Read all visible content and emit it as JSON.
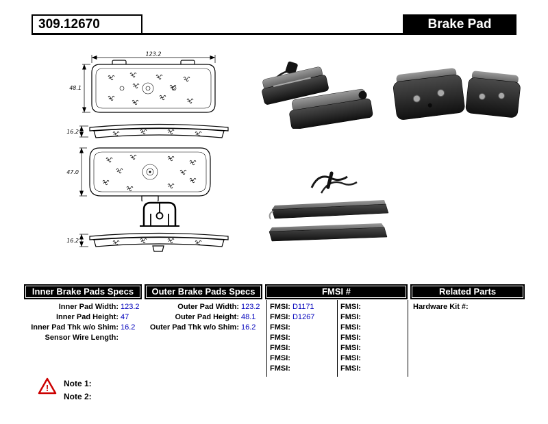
{
  "header": {
    "part_number": "309.12670",
    "product_type": "Brake Pad"
  },
  "diagram": {
    "dim_width": "123.2",
    "dim_height_outer": "48.1",
    "dim_thk_outer": "16.2",
    "dim_height_inner": "47.0",
    "dim_thk_inner": "16.2"
  },
  "specs": {
    "inner": {
      "header": "Inner Brake Pads Specs",
      "rows": [
        {
          "label": "Inner Pad Width:",
          "value": "123.2"
        },
        {
          "label": "Inner Pad Height:",
          "value": "47"
        },
        {
          "label": "Inner Pad Thk w/o Shim:",
          "value": "16.2"
        },
        {
          "label": "Sensor Wire Length:",
          "value": ""
        }
      ]
    },
    "outer": {
      "header": "Outer Brake Pads Specs",
      "rows": [
        {
          "label": "Outer Pad Width:",
          "value": "123.2"
        },
        {
          "label": "Outer Pad Height:",
          "value": "48.1"
        },
        {
          "label": "Outer Pad Thk w/o Shim:",
          "value": "16.2"
        }
      ]
    },
    "fmsi": {
      "header": "FMSI #",
      "left": [
        {
          "label": "FMSI:",
          "value": "D1171"
        },
        {
          "label": "FMSI:",
          "value": "D1267"
        },
        {
          "label": "FMSI:",
          "value": ""
        },
        {
          "label": "FMSI:",
          "value": ""
        },
        {
          "label": "FMSI:",
          "value": ""
        },
        {
          "label": "FMSI:",
          "value": ""
        },
        {
          "label": "FMSI:",
          "value": ""
        }
      ],
      "right": [
        {
          "label": "FMSI:",
          "value": ""
        },
        {
          "label": "FMSI:",
          "value": ""
        },
        {
          "label": "FMSI:",
          "value": ""
        },
        {
          "label": "FMSI:",
          "value": ""
        },
        {
          "label": "FMSI:",
          "value": ""
        },
        {
          "label": "FMSI:",
          "value": ""
        },
        {
          "label": "FMSI:",
          "value": ""
        }
      ]
    },
    "related": {
      "header": "Related Parts",
      "rows": [
        {
          "label": "Hardware Kit #:",
          "value": ""
        }
      ]
    }
  },
  "notes": {
    "icon": "warning-triangle-icon",
    "note1": "Note 1:",
    "note2": "Note 2:"
  },
  "colors": {
    "value_text": "#0000bb",
    "warning_red": "#cc0000",
    "header_bg": "#000000"
  }
}
